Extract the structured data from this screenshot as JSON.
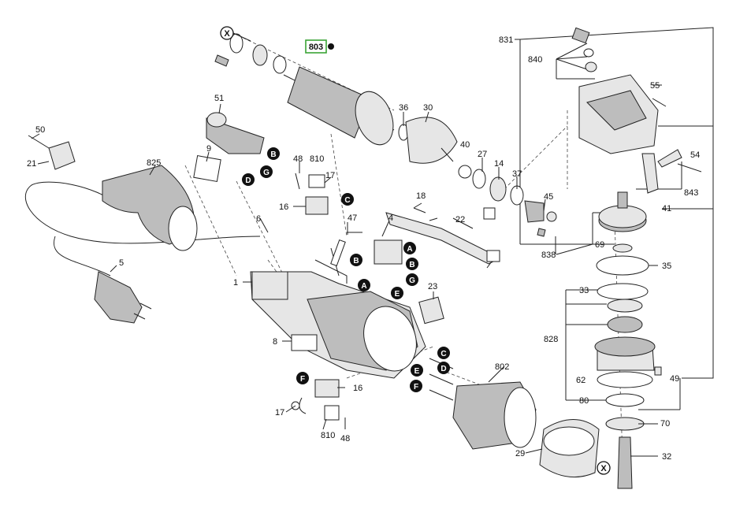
{
  "diagram": {
    "highlighted_part": "803",
    "part_labels": [
      "X",
      "803",
      "831",
      "840",
      "55",
      "51",
      "36",
      "30",
      "50",
      "9",
      "810",
      "48",
      "17",
      "54",
      "21",
      "825",
      "16",
      "40",
      "27",
      "14",
      "37",
      "843",
      "18",
      "45",
      "41",
      "47",
      "22",
      "6",
      "4",
      "69",
      "838",
      "5",
      "35",
      "1",
      "23",
      "33",
      "8",
      "828",
      "802",
      "62",
      "49",
      "80",
      "70",
      "29",
      "32"
    ],
    "connector_letters": [
      "A",
      "B",
      "C",
      "D",
      "E",
      "F",
      "G"
    ],
    "x_mark": "X"
  }
}
